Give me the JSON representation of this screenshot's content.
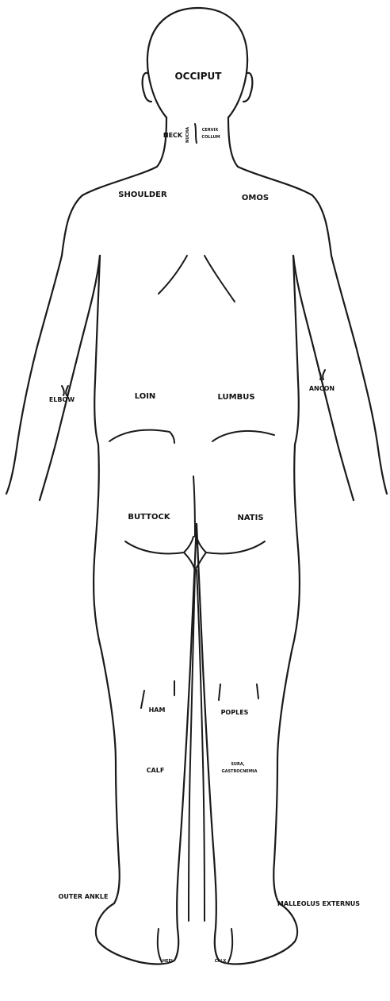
{
  "labels": {
    "occiput": "OCCIPUT",
    "neck": "NECK",
    "nucha": "NUCHA",
    "cervix": "CERVIX",
    "collum": "COLLUM",
    "shoulder": "SHOULDER",
    "omos": "OMOS",
    "elbow": "ELBOW",
    "ancon": "ANCON",
    "loin": "LOIN",
    "lumbus": "LUMBUS",
    "buttock": "BUTTOCK",
    "natis": "NATIS",
    "ham": "HAM",
    "poples": "POPLES",
    "calf": "CALF",
    "sura": "SURA,",
    "gastrocnemia": "GASTROCNEMIA",
    "outer_ankle": "OUTER ANKLE",
    "malleolus": "MALLEOLUS EXTERNUS",
    "heel": "HEEL",
    "calx": "CALX"
  },
  "colors": {
    "line": "#1a1a1a",
    "background": "#ffffff"
  }
}
